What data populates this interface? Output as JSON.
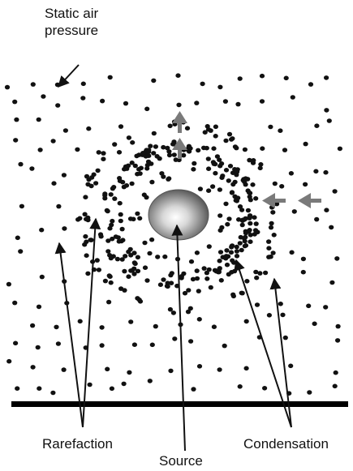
{
  "labels": {
    "static_air_pressure": "Static air pressure",
    "rarefaction": "Rarefaction",
    "source": "Source",
    "condensation": "Condensation"
  },
  "colors": {
    "dots": "#111111",
    "arrows": "#111111",
    "wave_direction_arrows": "#7a7a7a",
    "ground": "#000000",
    "source_highlight": "#ffffff",
    "source_shade": "#4a4a4a"
  }
}
